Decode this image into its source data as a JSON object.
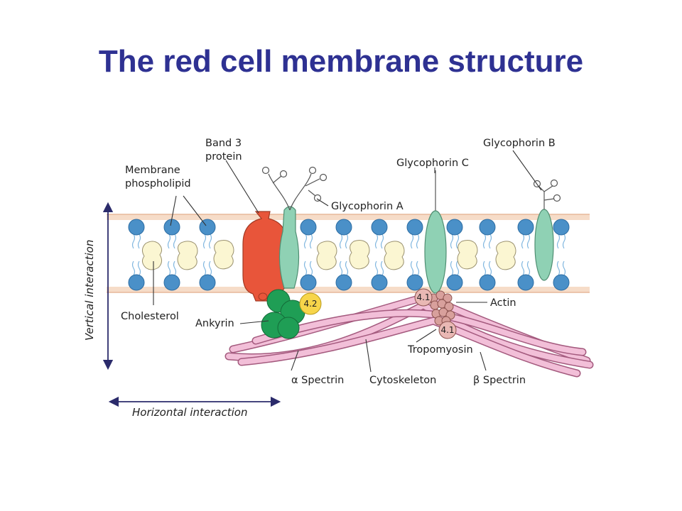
{
  "title": "The red cell membrane structure",
  "labels": {
    "band3_line1": "Band 3",
    "band3_line2": "protein",
    "membrane_line1": "Membrane",
    "membrane_line2": "phospholipid",
    "glycophorin_a": "Glycophorin A",
    "glycophorin_b": "Glycophorin B",
    "glycophorin_c": "Glycophorin C",
    "cholesterol": "Cholesterol",
    "ankyrin": "Ankyrin",
    "actin": "Actin",
    "tropomyosin": "Tropomyosin",
    "alpha_spectrin": "α Spectrin",
    "cytoskeleton": "Cytoskeleton",
    "beta_spectrin": "β Spectrin",
    "protein_42": "4.2",
    "protein_41_top": "4.1",
    "protein_41_bottom": "4.1",
    "vertical_interaction": "Vertical interaction",
    "horizontal_interaction": "Horizontal interaction"
  },
  "colors": {
    "title": "#2e3192",
    "lipid_head": "#4a90c8",
    "cholesterol": "#fbf6d2",
    "band3": "#e8553a",
    "glycophorin": "#8fd1b4",
    "ankyrin": "#1f9e55",
    "protein_42": "#f7d54a",
    "actin": "#d8a09c",
    "spectrin": "#f2bfd8",
    "membrane_band": "#f6dcc8"
  }
}
